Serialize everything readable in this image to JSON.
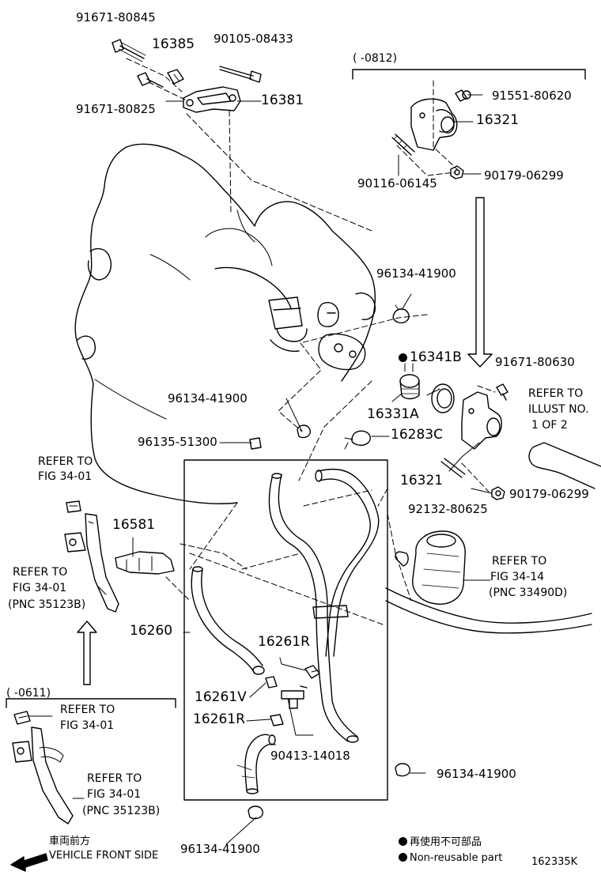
{
  "diagram": {
    "part_labels": {
      "p91671_80845": "91671-80845",
      "p16385": "16385",
      "p90105_08433": "90105-08433",
      "p91671_80825": "91671-80825",
      "p16381": "16381",
      "range_0812": "(     -0812)",
      "p91551_80620": "91551-80620",
      "p16321_top": "16321",
      "p90116_06145": "90116-06145",
      "p90179_06299_top": "90179-06299",
      "p96134_41900_a": "96134-41900",
      "p16341b": "16341B",
      "p91671_80630": "91671-80630",
      "p16331a": "16331A",
      "p96134_41900_b": "96134-41900",
      "p96135_51300": "96135-51300",
      "p16283c": "16283C",
      "p16321_mid": "16321",
      "p92132_80625": "92132-80625",
      "p90179_06299_mid": "90179-06299",
      "p16581": "16581",
      "p16260": "16260",
      "p16261r_a": "16261R",
      "p16261v": "16261V",
      "p16261r_b": "16261R",
      "p90413_14018": "90413-14018",
      "p96134_41900_c": "96134-41900",
      "p96134_41900_d": "96134-41900",
      "range_0611": "(     -0611)"
    },
    "references": {
      "refer_illust_1": "REFER TO",
      "refer_illust_2": "ILLUST NO.",
      "refer_illust_3": "1 OF 2",
      "fig3401_a_1": "REFER TO",
      "fig3401_a_2": "FIG 34-01",
      "fig3401_b_1": "REFER TO",
      "fig3401_b_2": "FIG 34-01",
      "fig3401_b_3": "(PNC 35123B)",
      "fig3414_1": "REFER TO",
      "fig3414_2": "FIG 34-14",
      "fig3414_3": "(PNC 33490D)",
      "fig3401_c_1": "REFER TO",
      "fig3401_c_2": "FIG 34-01",
      "fig3401_d_1": "REFER TO",
      "fig3401_d_2": "FIG 34-01",
      "fig3401_d_3": "(PNC 35123B)"
    },
    "footer": {
      "front_jp": "車両前方",
      "front_en": "VEHICLE FRONT SIDE",
      "legend_jp": "再使用不可部品",
      "legend_en": "Non-reusable part",
      "code": "162335K"
    }
  }
}
